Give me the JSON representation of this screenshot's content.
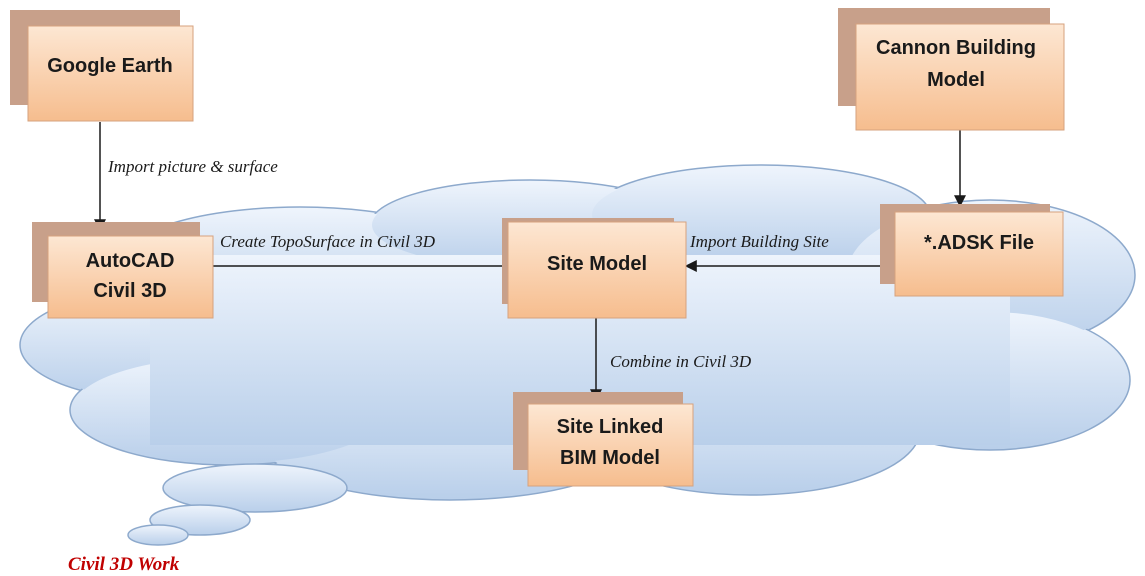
{
  "diagram": {
    "nodes": {
      "google_earth": {
        "lines": [
          "Google Earth"
        ]
      },
      "cannon_building": {
        "lines": [
          "Cannon Building",
          "Model"
        ]
      },
      "autocad": {
        "lines": [
          "AutoCAD",
          "Civil 3D"
        ]
      },
      "site_model": {
        "lines": [
          "Site Model"
        ]
      },
      "adsk_file": {
        "lines": [
          "*.ADSK File"
        ]
      },
      "site_linked": {
        "lines": [
          "Site Linked",
          "BIM Model"
        ]
      }
    },
    "edges": {
      "import_picture": "Import picture & surface",
      "create_topo": "Create TopoSurface in Civil 3D",
      "import_building": "Import Building Site",
      "combine": "Combine in Civil 3D"
    },
    "caption": "Civil 3D Work",
    "colors": {
      "box_top": "#fde7d3",
      "box_bottom": "#f6bd8e",
      "box_shadow": "#c8a08a",
      "cloud_top": "#eef4fc",
      "cloud_bottom": "#b9cfea",
      "cloud_stroke": "#8da9cc",
      "caption": "#c00000",
      "arrow": "#1a1a1a"
    }
  }
}
